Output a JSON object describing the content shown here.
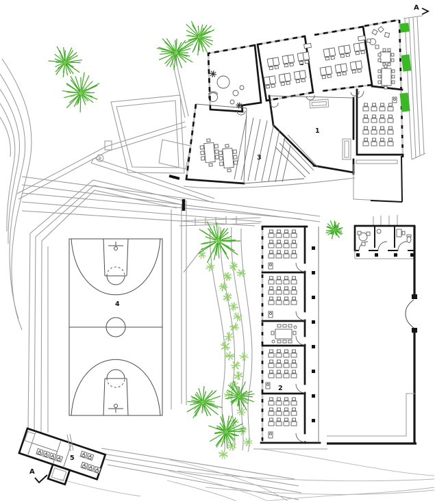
{
  "plan": {
    "labels": {
      "hall": "1",
      "classrooms_upper": "2",
      "stairs": "3",
      "sports_court": "4",
      "changing_rooms": "5",
      "classrooms_wing": "2"
    },
    "section_markers": {
      "top_right": "A",
      "bottom_left": "A"
    },
    "colors": {
      "tree_green": "#3aa81d",
      "tree_green_light": "#6cc24a",
      "shrub_green": "#93cf6d",
      "accent_green": "#3cb827",
      "wall_black": "#161616",
      "line_gray": "#9a9a9a"
    }
  }
}
